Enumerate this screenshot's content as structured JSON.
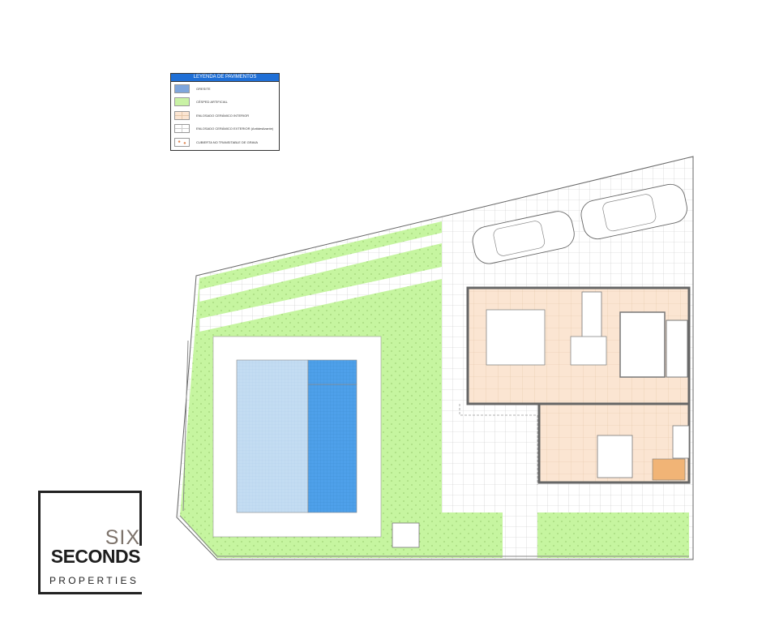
{
  "legend": {
    "title": "LEYENDA DE PAVIMENTOS",
    "items": [
      {
        "label": "GRESITE",
        "color": "#7fa6dc"
      },
      {
        "label": "CÉSPED ARTIFICIAL",
        "color": "#c9f2a5"
      },
      {
        "label": "ENLOSADO CERÁMICO INTERIOR",
        "color": "#fbe5d2"
      },
      {
        "label": "ENLOSADO CERÁMICO EXTERIOR (Antideslizante)",
        "color": "#ffffff"
      },
      {
        "label": "CUBIERTA NO TRANSITABLE DE GRAVA",
        "color": "#ffffff"
      }
    ]
  },
  "logo": {
    "line1": "SIX",
    "line2": "SECONDS",
    "line3": "PROPERTIES"
  },
  "colors": {
    "grass": "#c6f5a0",
    "interior": "#fbe5d2",
    "pool_light": "#c3dcf2",
    "pool_dark": "#4ea0ea"
  }
}
